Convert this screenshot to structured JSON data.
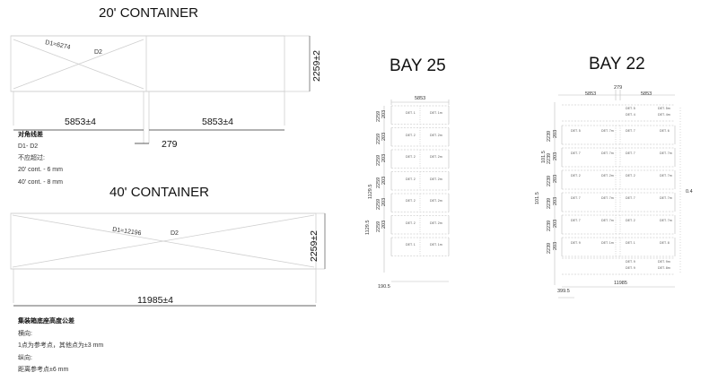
{
  "container20": {
    "title": "20' CONTAINER",
    "diag1": "D1=6274",
    "diag2": "D2",
    "height": "2259±2",
    "length_left": "5853±4",
    "length_right": "5853±4",
    "gap": "279"
  },
  "tolerance_notes": {
    "heading": "对角线差",
    "line1": "D1- D2",
    "line2": "不应超过:",
    "line3": "20' cont. - 6 mm",
    "line4": "40' cont. - 8 mm"
  },
  "container40": {
    "title": "40' CONTAINER",
    "diag1": "D1=12196",
    "diag2": "D2",
    "height": "2259±2",
    "length": "11985±4"
  },
  "base_notes": {
    "heading": "集装箱底座高度公差",
    "line1": "横向:",
    "line2": "1点为参考点，其他点为±3 mm",
    "line3": "纵向:",
    "line4": "距离参考点±6 mm"
  },
  "bay25": {
    "title": "BAY 25",
    "top_width": "5853",
    "tier_height_a": "2259",
    "tier_height_b": "203",
    "side_dim_a": "1129.5",
    "side_dim_b": "1129.5",
    "bottom_offset": "190.5",
    "rows": [
      {
        "left": "DET. 1",
        "right": "DET. 1m"
      },
      {
        "left": "DET. 2",
        "right": "DET. 2m"
      },
      {
        "left": "DET. 2",
        "right": "DET. 2m"
      },
      {
        "left": "DET. 2",
        "right": "DET. 2m"
      },
      {
        "left": "DET. 2",
        "right": "DET. 2m"
      },
      {
        "left": "DET. 2",
        "right": "DET. 2m"
      },
      {
        "left": "DET. 1",
        "right": "DET. 1m"
      }
    ]
  },
  "bay22": {
    "title": "BAY 22",
    "top_gap": "279",
    "top_left": "5853",
    "top_right": "5853",
    "tier_height_a": "2239",
    "tier_height_b": "203",
    "side_dim_a": "101.5",
    "side_dim_b": "101.5",
    "bottom_width": "11985",
    "bottom_offset": "399.5",
    "side_label": "0.4",
    "rows": [
      {
        "l1": "DET. 5",
        "l2": "DET. 7m",
        "r1": "DET. 7",
        "r2": "DET. 6"
      },
      {
        "l1": "DET. 7",
        "l2": "DET. 7m",
        "r1": "DET. 7",
        "r2": "DET. 7m"
      },
      {
        "l1": "DET. 2",
        "l2": "DET. 2m",
        "r1": "DET. 2",
        "r2": "DET. 7m"
      },
      {
        "l1": "DET. 7",
        "l2": "DET. 7m",
        "r1": "DET. 7",
        "r2": "DET. 7m"
      },
      {
        "l1": "DET. 7",
        "l2": "DET. 7m",
        "r1": "DET. 2",
        "r2": "DET. 7m"
      },
      {
        "l1": "DET. 9",
        "l2": "DET. 1m",
        "r1": "DET. 1",
        "r2": "DET. 8"
      }
    ],
    "top_row": {
      "l1": "DET. 4",
      "l2": "DET. 5",
      "r1": "DET. 5m",
      "r2": "DET. 4m"
    },
    "bottom_row": {
      "l1": "DET. 9",
      "l2": "DET. 9",
      "r1": "DET. 9m",
      "r2": "DET. 8m"
    }
  }
}
